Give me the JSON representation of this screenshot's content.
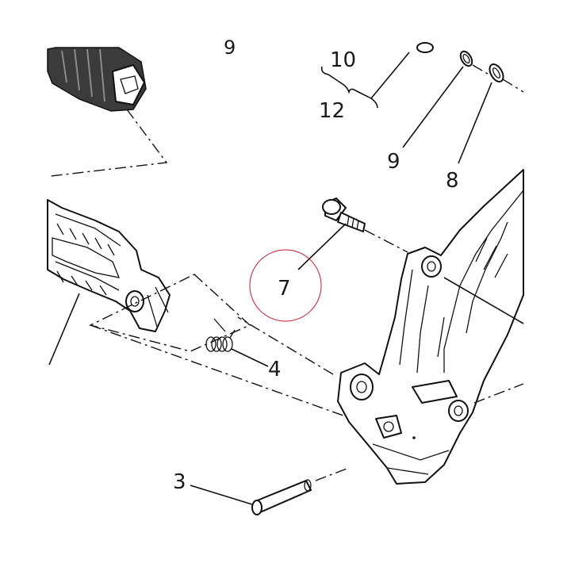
{
  "callouts": {
    "c1": "9",
    "c2": "10",
    "c3": "12",
    "c4": "9",
    "c5": "8",
    "c6": "7",
    "c7": "4",
    "c8": "3"
  },
  "colors": {
    "linework": "#111111",
    "rubber": "#3b3b3b",
    "highlight_circle": "#c8182a",
    "background": "#ffffff"
  }
}
